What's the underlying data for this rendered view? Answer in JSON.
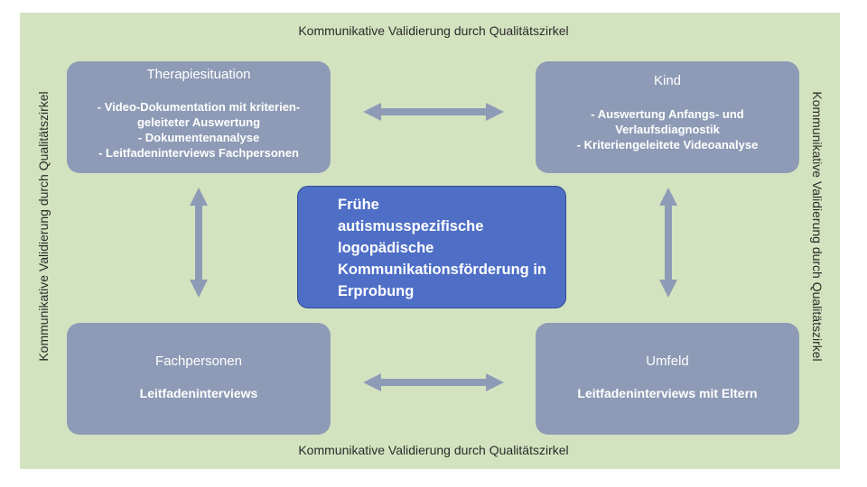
{
  "edges": {
    "top": "Kommunikative Validierung durch Qualitätszirkel",
    "bottom": "Kommunikative Validierung durch Qualitätszirkel",
    "left": "Kommunikative Validierung durch Qualitätszirkel",
    "right": "Kommunikative Validierung durch Qualitätszirkel"
  },
  "boxes": {
    "therapiesituation": {
      "title": "Therapiesituation",
      "lines": [
        "- Video-Dokumentation mit kriterien-",
        "geleiteter Auswertung",
        "- Dokumentenanalyse",
        "- Leitfadeninterviews Fachpersonen"
      ]
    },
    "kind": {
      "title": "Kind",
      "lines": [
        "- Auswertung  Anfangs- und",
        "Verlaufsdiagnostik",
        "- Kriteriengeleitete Videoanalyse"
      ]
    },
    "fachpersonen": {
      "title": "Fachpersonen",
      "lines": [
        "Leitfadeninterviews"
      ]
    },
    "umfeld": {
      "title": "Umfeld",
      "lines": [
        "Leitfadeninterviews mit Eltern"
      ]
    }
  },
  "center": {
    "lines": [
      "Frühe",
      "autismusspezifische",
      "logopädische",
      "Kommunikationsförderung in",
      "Erprobung"
    ]
  },
  "colors": {
    "background": "#d3e3bf",
    "box": "#8e9bb6",
    "center": "#4f6fc6",
    "arrow": "#8e9bb6"
  }
}
